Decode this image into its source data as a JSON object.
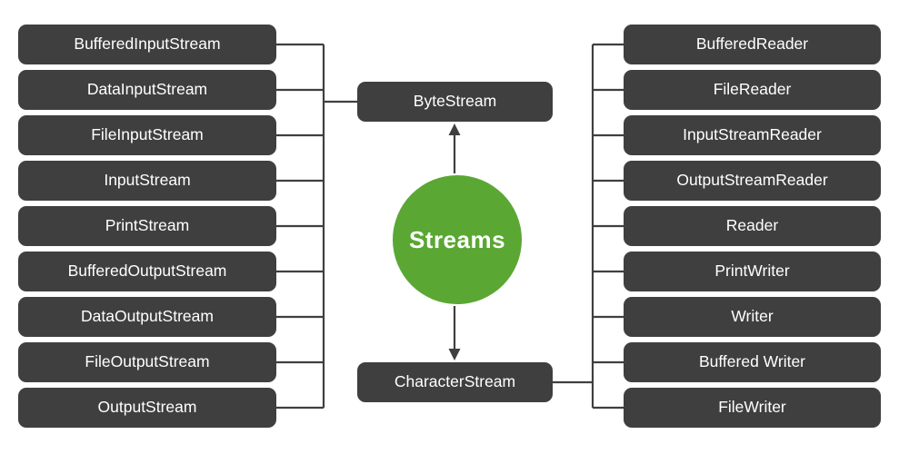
{
  "colors": {
    "box_fill": "#3f3f3f",
    "box_text": "#ffffff",
    "line": "#3f3f3f",
    "hub_fill": "#5aa733",
    "hub_text": "#ffffff",
    "background": "#ffffff"
  },
  "hub": {
    "label": "Streams"
  },
  "byte_stream": {
    "label": "ByteStream"
  },
  "character_stream": {
    "label": "CharacterStream"
  },
  "left_column": {
    "items": [
      "BufferedInputStream",
      "DataInputStream",
      "FileInputStream",
      "InputStream",
      "PrintStream",
      "BufferedOutputStream",
      "DataOutputStream",
      "FileOutputStream",
      "OutputStream"
    ]
  },
  "right_column": {
    "items": [
      "BufferedReader",
      "FileReader",
      "InputStreamReader",
      "OutputStreamReader",
      "Reader",
      "PrintWriter",
      "Writer",
      "Buffered Writer",
      "FileWriter"
    ]
  }
}
